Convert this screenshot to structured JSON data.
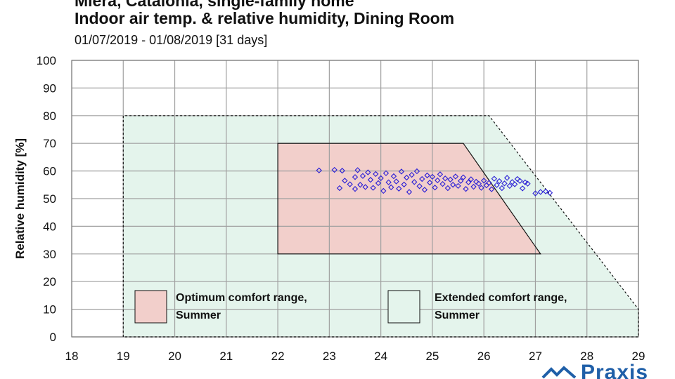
{
  "title": {
    "top": "Miera, Catalonia, single-family home",
    "main": "Indoor air temp. & relative humidity, Dining Room",
    "sub": "01/07/2019 - 01/08/2019 [31 days]"
  },
  "logo": {
    "text": "Praxis",
    "icon": "roof-logo-icon",
    "color": "#1f5fa8"
  },
  "chart_data": {
    "type": "scatter",
    "title": "Indoor air temp. & relative humidity, Dining Room",
    "subtitle": "01/07/2019 - 01/08/2019 [31 days]",
    "xlabel": "",
    "ylabel": "Relative humidity [%]",
    "xlim": [
      18,
      29
    ],
    "ylim": [
      0,
      100
    ],
    "xticks": [
      "18",
      "19",
      "20",
      "21",
      "22",
      "23",
      "24",
      "25",
      "26",
      "27",
      "28",
      "29"
    ],
    "yticks": [
      "0",
      "10",
      "20",
      "30",
      "40",
      "50",
      "60",
      "70",
      "80",
      "90",
      "100"
    ],
    "grid": true,
    "colors": {
      "points": "#2a1fd6",
      "optimum_fill": "#f2cfcb",
      "extended_fill": "#e4f4ec",
      "grid": "#a0a0a0"
    },
    "regions": [
      {
        "name": "Optimum comfort range, Summer",
        "polygon": [
          [
            22,
            30
          ],
          [
            22,
            70
          ],
          [
            25.6,
            70
          ],
          [
            27.1,
            30
          ]
        ],
        "style": "solid"
      },
      {
        "name": "Extended comfort range, Summer",
        "polygon": [
          [
            19,
            0
          ],
          [
            19,
            80
          ],
          [
            26.1,
            80
          ],
          [
            29,
            10
          ],
          [
            29,
            0
          ]
        ],
        "style": "dashed"
      }
    ],
    "legend": {
      "placement": "bottom",
      "entries": [
        {
          "label_line1": "Optimum comfort range,",
          "label_line2": "Summer"
        },
        {
          "label_line1": "Extended comfort range,",
          "label_line2": "Summer"
        }
      ]
    },
    "series": [
      {
        "marker": "diamond-open",
        "points": [
          [
            22.8,
            60.2
          ],
          [
            23.1,
            60.4
          ],
          [
            23.2,
            53.8
          ],
          [
            23.25,
            60.1
          ],
          [
            23.3,
            56.5
          ],
          [
            23.4,
            55.2
          ],
          [
            23.5,
            53.5
          ],
          [
            23.5,
            57.8
          ],
          [
            23.55,
            60.3
          ],
          [
            23.6,
            55.0
          ],
          [
            23.65,
            58.2
          ],
          [
            23.7,
            54.2
          ],
          [
            23.75,
            59.5
          ],
          [
            23.8,
            56.8
          ],
          [
            23.85,
            53.9
          ],
          [
            23.9,
            58.9
          ],
          [
            23.95,
            55.6
          ],
          [
            24.0,
            57.4
          ],
          [
            24.05,
            52.8
          ],
          [
            24.1,
            59.2
          ],
          [
            24.15,
            55.9
          ],
          [
            24.2,
            54.1
          ],
          [
            24.25,
            58.1
          ],
          [
            24.3,
            56.2
          ],
          [
            24.35,
            53.6
          ],
          [
            24.4,
            59.8
          ],
          [
            24.45,
            55.1
          ],
          [
            24.5,
            57.6
          ],
          [
            24.55,
            52.4
          ],
          [
            24.6,
            58.6
          ],
          [
            24.65,
            56.0
          ],
          [
            24.7,
            59.9
          ],
          [
            24.75,
            54.5
          ],
          [
            24.8,
            57.1
          ],
          [
            24.85,
            53.2
          ],
          [
            24.9,
            58.4
          ],
          [
            24.95,
            55.8
          ],
          [
            25.0,
            57.9
          ],
          [
            25.05,
            54.0
          ],
          [
            25.1,
            56.6
          ],
          [
            25.15,
            58.8
          ],
          [
            25.2,
            55.3
          ],
          [
            25.25,
            57.3
          ],
          [
            25.3,
            53.8
          ],
          [
            25.35,
            56.9
          ],
          [
            25.4,
            55.0
          ],
          [
            25.45,
            58.0
          ],
          [
            25.5,
            54.6
          ],
          [
            25.55,
            56.4
          ],
          [
            25.6,
            57.7
          ],
          [
            25.65,
            53.5
          ],
          [
            25.7,
            55.9
          ],
          [
            25.75,
            57.0
          ],
          [
            25.8,
            54.3
          ],
          [
            25.85,
            56.1
          ],
          [
            25.9,
            55.4
          ],
          [
            25.95,
            53.9
          ],
          [
            26.0,
            56.5
          ],
          [
            26.05,
            54.8
          ],
          [
            26.1,
            55.7
          ],
          [
            26.15,
            53.4
          ],
          [
            26.2,
            57.2
          ],
          [
            26.25,
            54.9
          ],
          [
            26.3,
            56.3
          ],
          [
            26.35,
            53.8
          ],
          [
            26.4,
            55.5
          ],
          [
            26.45,
            57.5
          ],
          [
            26.5,
            54.6
          ],
          [
            26.55,
            56.0
          ],
          [
            26.6,
            55.2
          ],
          [
            26.65,
            57.1
          ],
          [
            26.7,
            56.4
          ],
          [
            26.75,
            53.7
          ],
          [
            26.8,
            55.9
          ],
          [
            26.85,
            55.4
          ],
          [
            27.0,
            51.9
          ],
          [
            27.1,
            52.4
          ],
          [
            27.2,
            52.6
          ],
          [
            27.28,
            52.1
          ]
        ]
      }
    ]
  }
}
